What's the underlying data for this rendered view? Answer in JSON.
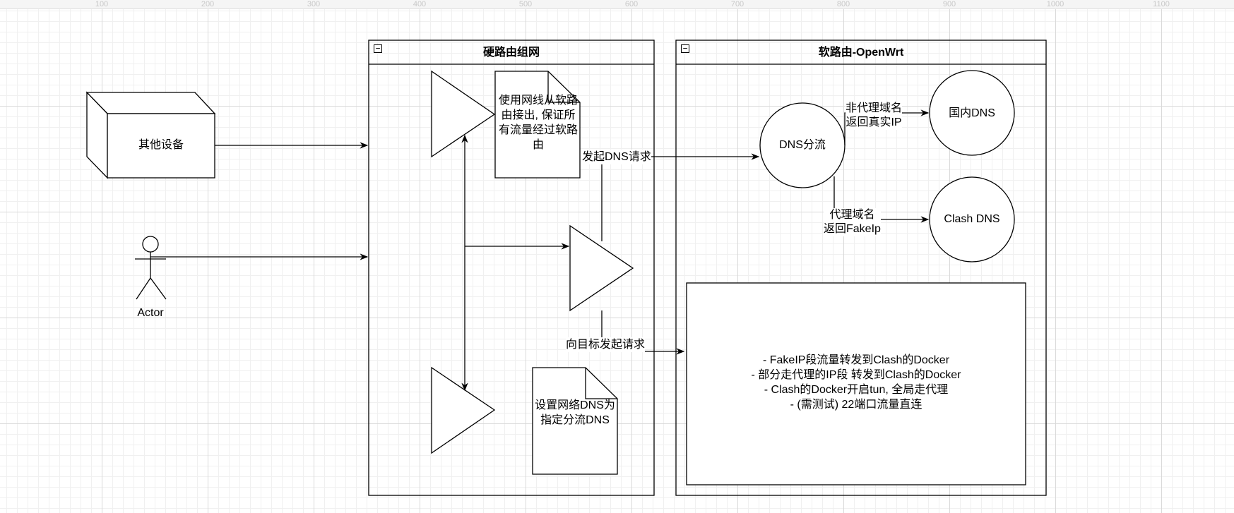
{
  "ruler": {
    "ticks": [
      "100",
      "200",
      "300",
      "400",
      "500",
      "600",
      "700",
      "800",
      "900",
      "1000",
      "1100"
    ]
  },
  "pools": {
    "hard_router": {
      "title": "硬路由组网",
      "collapse_symbol": "−"
    },
    "soft_router": {
      "title": "软路由-OpenWrt",
      "collapse_symbol": "−"
    }
  },
  "nodes": {
    "other_devices": "其他设备",
    "actor": "Actor",
    "note_cable": "使用网线从软路由接出, 保证所有流量经过软路由",
    "note_dns": "设置网络DNS为指定分流DNS",
    "dns_split": "DNS分流",
    "domestic_dns": "国内DNS",
    "clash_dns": "Clash DNS"
  },
  "edges": {
    "send_dns_request": "发起DNS请求",
    "to_target_request": "向目标发起请求",
    "non_proxy_domain": [
      "非代理域名",
      "返回真实IP"
    ],
    "proxy_domain": [
      "代理域名",
      "返回FakeIp"
    ]
  },
  "rules_box": [
    "- FakeIP段流量转发到Clash的Docker",
    "- 部分走代理的IP段 转发到Clash的Docker",
    "- Clash的Docker开启tun, 全局走代理",
    "- (需测试) 22端口流量直连"
  ]
}
